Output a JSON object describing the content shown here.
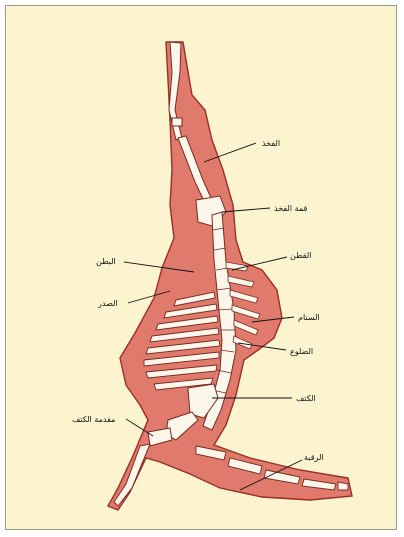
{
  "labels": {
    "thigh": "الفخذ",
    "thigh_top": "قمة الفخذ",
    "belly": "البطن",
    "loin": "القطن",
    "brisket": "الصدر",
    "hump": "السنام",
    "ribs": "الضلوع",
    "shoulder": "الكتف",
    "fore_shoulder": "مقدمة الكتف",
    "neck": "الرقبة"
  },
  "colors": {
    "background": "#fbf4cf",
    "meat": "#df7a6c",
    "meat_edge": "#9b2f25",
    "bone": "#fcf7ea"
  }
}
